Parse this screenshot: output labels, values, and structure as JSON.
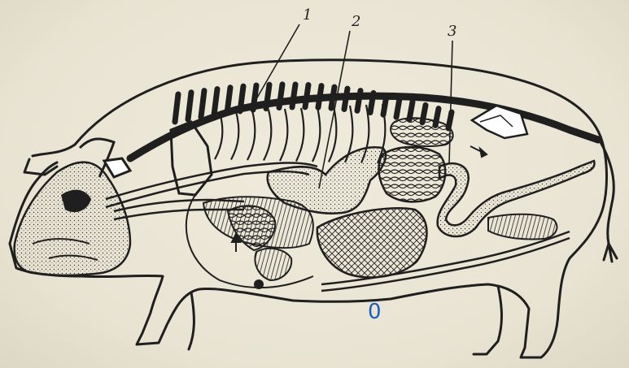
{
  "figure": {
    "labels": [
      {
        "id": "label-1",
        "text": "1"
      },
      {
        "id": "label-2",
        "text": "2"
      },
      {
        "id": "label-3",
        "text": "3"
      }
    ],
    "pen_mark": "0",
    "colors": {
      "paper": "#ebe6d6",
      "ink": "#1f1f1f",
      "pen": "#1d5fc0"
    }
  }
}
